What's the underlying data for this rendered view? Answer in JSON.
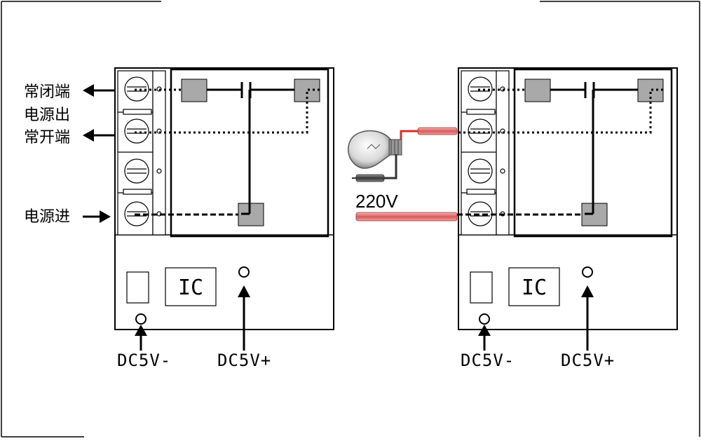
{
  "left_module": {
    "labels": {
      "normally_closed": "常闭端",
      "power_out": "电源出",
      "normally_open": "常开端",
      "power_in": "电源进"
    },
    "chip": "IC",
    "dc_minus": "DC5V-",
    "dc_plus": "DC5V+"
  },
  "right_module": {
    "chip": "IC",
    "dc_minus": "DC5V-",
    "dc_plus": "DC5V+"
  },
  "load": {
    "voltage": "220V",
    "icon": "light-bulb-icon"
  },
  "colors": {
    "line": "#000000",
    "pad": "#a9a9a9",
    "wire_red": "#e07070",
    "wire_gray": "#555555"
  }
}
